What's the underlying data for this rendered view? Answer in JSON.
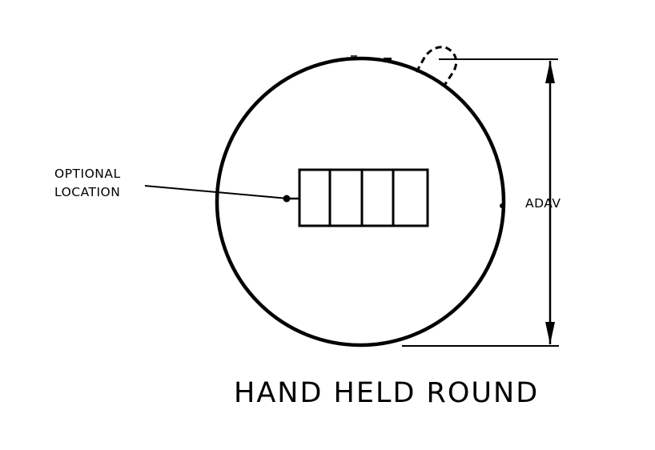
{
  "labels": {
    "optional_line1": "OPTIONAL",
    "optional_line2": "LOCATION",
    "dimension": "ADAV",
    "title": "HAND HELD ROUND"
  }
}
